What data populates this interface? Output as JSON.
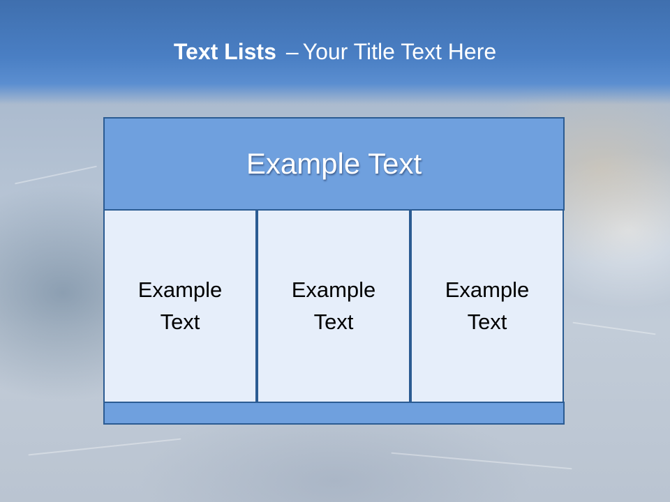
{
  "slide": {
    "title_bold": "Text Lists",
    "title_dash": "–",
    "title_rest": "Your Title Text Here"
  },
  "panel": {
    "header_text": "Example Text",
    "cells": [
      {
        "line1": "Example",
        "line2": "Text"
      },
      {
        "line1": "Example",
        "line2": "Text"
      },
      {
        "line1": "Example",
        "line2": "Text"
      }
    ]
  },
  "colors": {
    "header_bar": "#4a7fc4",
    "panel_fill": "#6fa0de",
    "cell_fill": "#e6eefa",
    "border": "#2b5b92"
  }
}
